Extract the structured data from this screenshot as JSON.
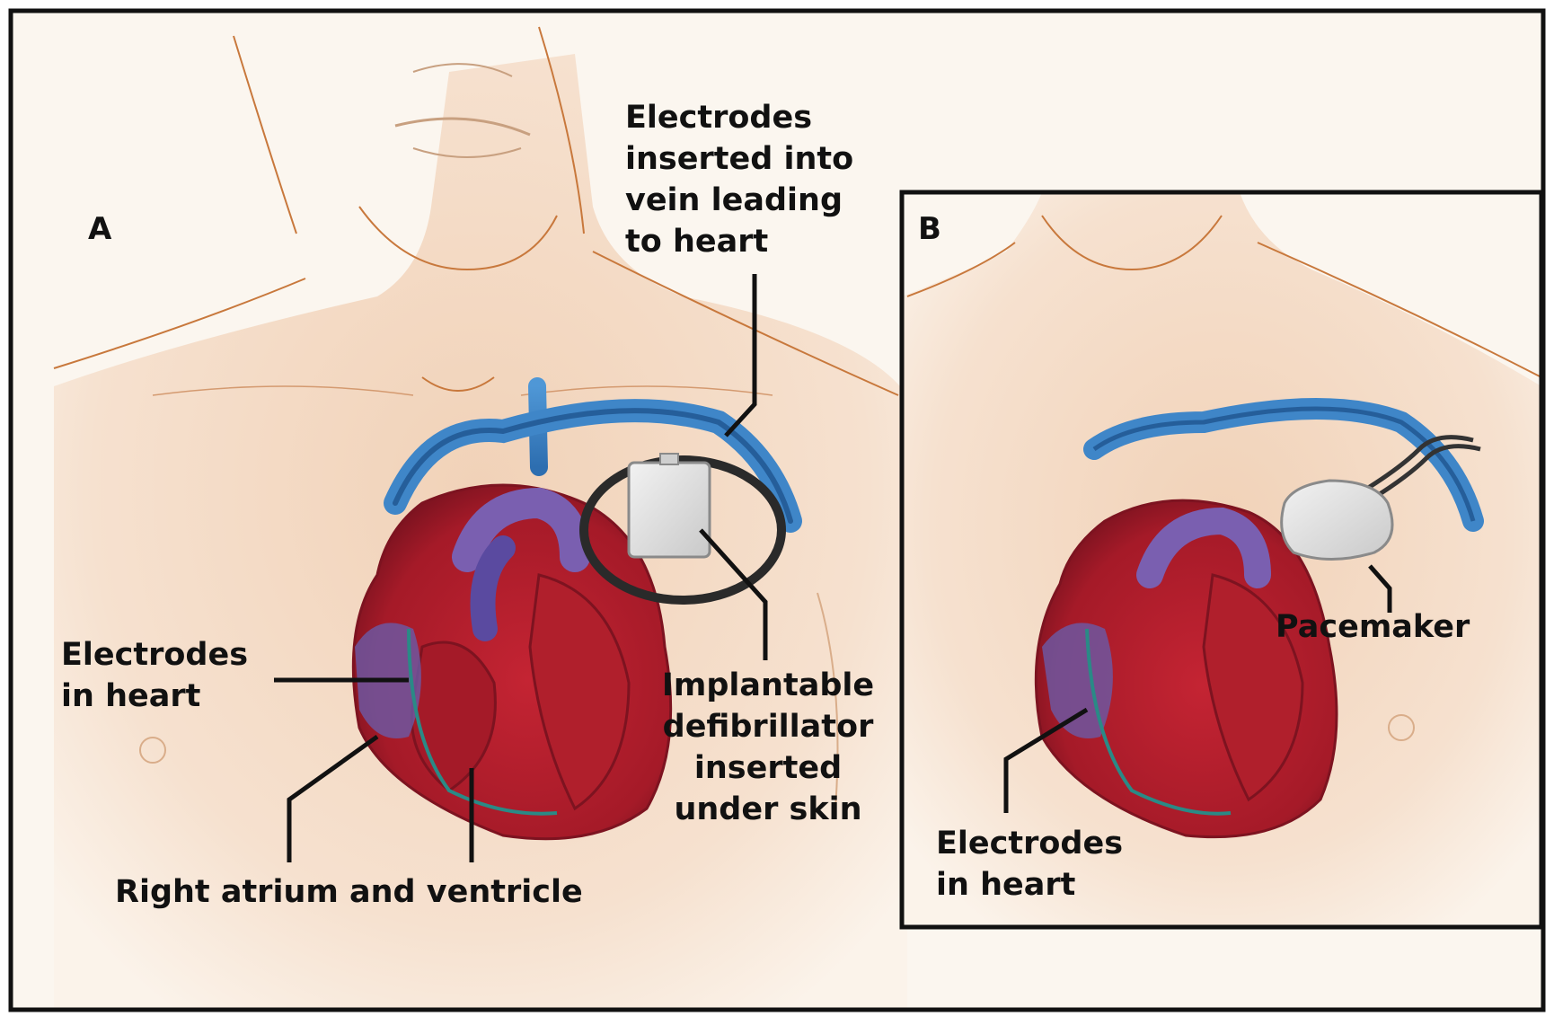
{
  "colors": {
    "background": "#fbf7f1",
    "skin": "#f3d9c2",
    "skin_outline": "#c8783c",
    "vein": "#3f86c8",
    "vein_dark": "#255e9a",
    "heart_red": "#c2222e",
    "heart_dark": "#8c1220",
    "heart_purple": "#6a5aa8",
    "device": "#dcdcdc",
    "lead_wire": "#2a8a86",
    "text": "#111111",
    "frame": "#111111"
  },
  "panel_a": {
    "letter": "A",
    "label_electrodes_vein": [
      "Electrodes",
      "inserted into",
      "vein leading",
      "to heart"
    ],
    "label_electrodes_heart": [
      "Electrodes",
      "in heart"
    ],
    "label_defibrillator": [
      "Implantable",
      "defibrillator",
      "inserted",
      "under skin"
    ],
    "label_right_chambers": "Right atrium and ventricle",
    "device_icon": "defibrillator-device-icon"
  },
  "panel_b": {
    "letter": "B",
    "label_pacemaker": "Pacemaker",
    "label_electrodes_heart": [
      "Electrodes",
      "in heart"
    ],
    "device_icon": "pacemaker-device-icon"
  }
}
